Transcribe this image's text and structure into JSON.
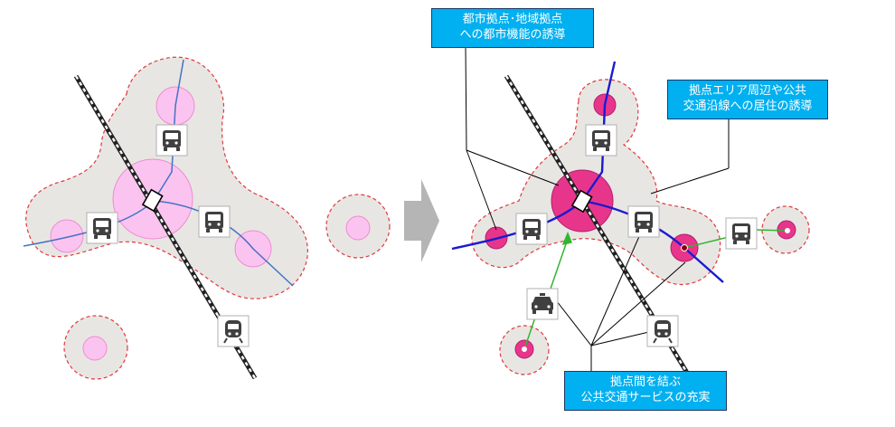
{
  "callouts": {
    "urban_functions": {
      "line1": "都市拠点･地域拠点",
      "line2": "への都市機能の誘導"
    },
    "residence": {
      "line1": "拠点エリア周辺や公共",
      "line2": "交通沿線への居住の誘導"
    },
    "transit": {
      "line1": "拠点間を結ぶ",
      "line2": "公共交通サービスの充実"
    }
  },
  "colors": {
    "area_fill": "#e8e6e3",
    "area_border": "#e0383c",
    "hub_pink_light": "#fbc4f0",
    "hub_magenta": "#e8358c",
    "bus_line_left": "#4472c4",
    "bus_line_right": "#1a1ad0",
    "green_route": "#31b531",
    "callout_fill": "#00b0f0",
    "callout_border": "#1f3864"
  },
  "icons": {
    "bus": "bus-icon",
    "train": "train-icon",
    "taxi": "taxi-icon",
    "station": "station-icon",
    "arrow": "right-arrow-icon"
  }
}
